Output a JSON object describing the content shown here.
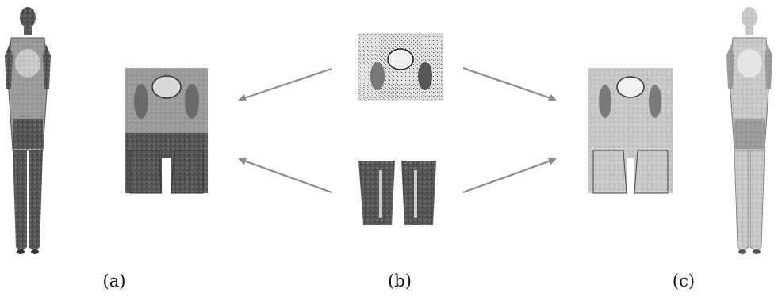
{
  "captions": {
    "a": "(a)",
    "b": "(b)",
    "c": "(c)"
  },
  "colors": {
    "arrow": "#8a8a8a",
    "tissue_dark": "#4a4a4a",
    "tissue_mid": "#8c8c8c",
    "tissue_light": "#c9c9c9",
    "bone": "#e8e8e8",
    "outline": "#2e2e2e"
  },
  "panels": {
    "a": {
      "body_icon": "full-body-mri-scan",
      "crop_icon": "pelvis-thigh-crop"
    },
    "b": {
      "top_icon": "pelvis-slice",
      "bottom_icon": "thigh-slice"
    },
    "c": {
      "crop_icon": "pelvis-thigh-crop-processed",
      "body_icon": "full-body-mri-scan-processed"
    }
  }
}
